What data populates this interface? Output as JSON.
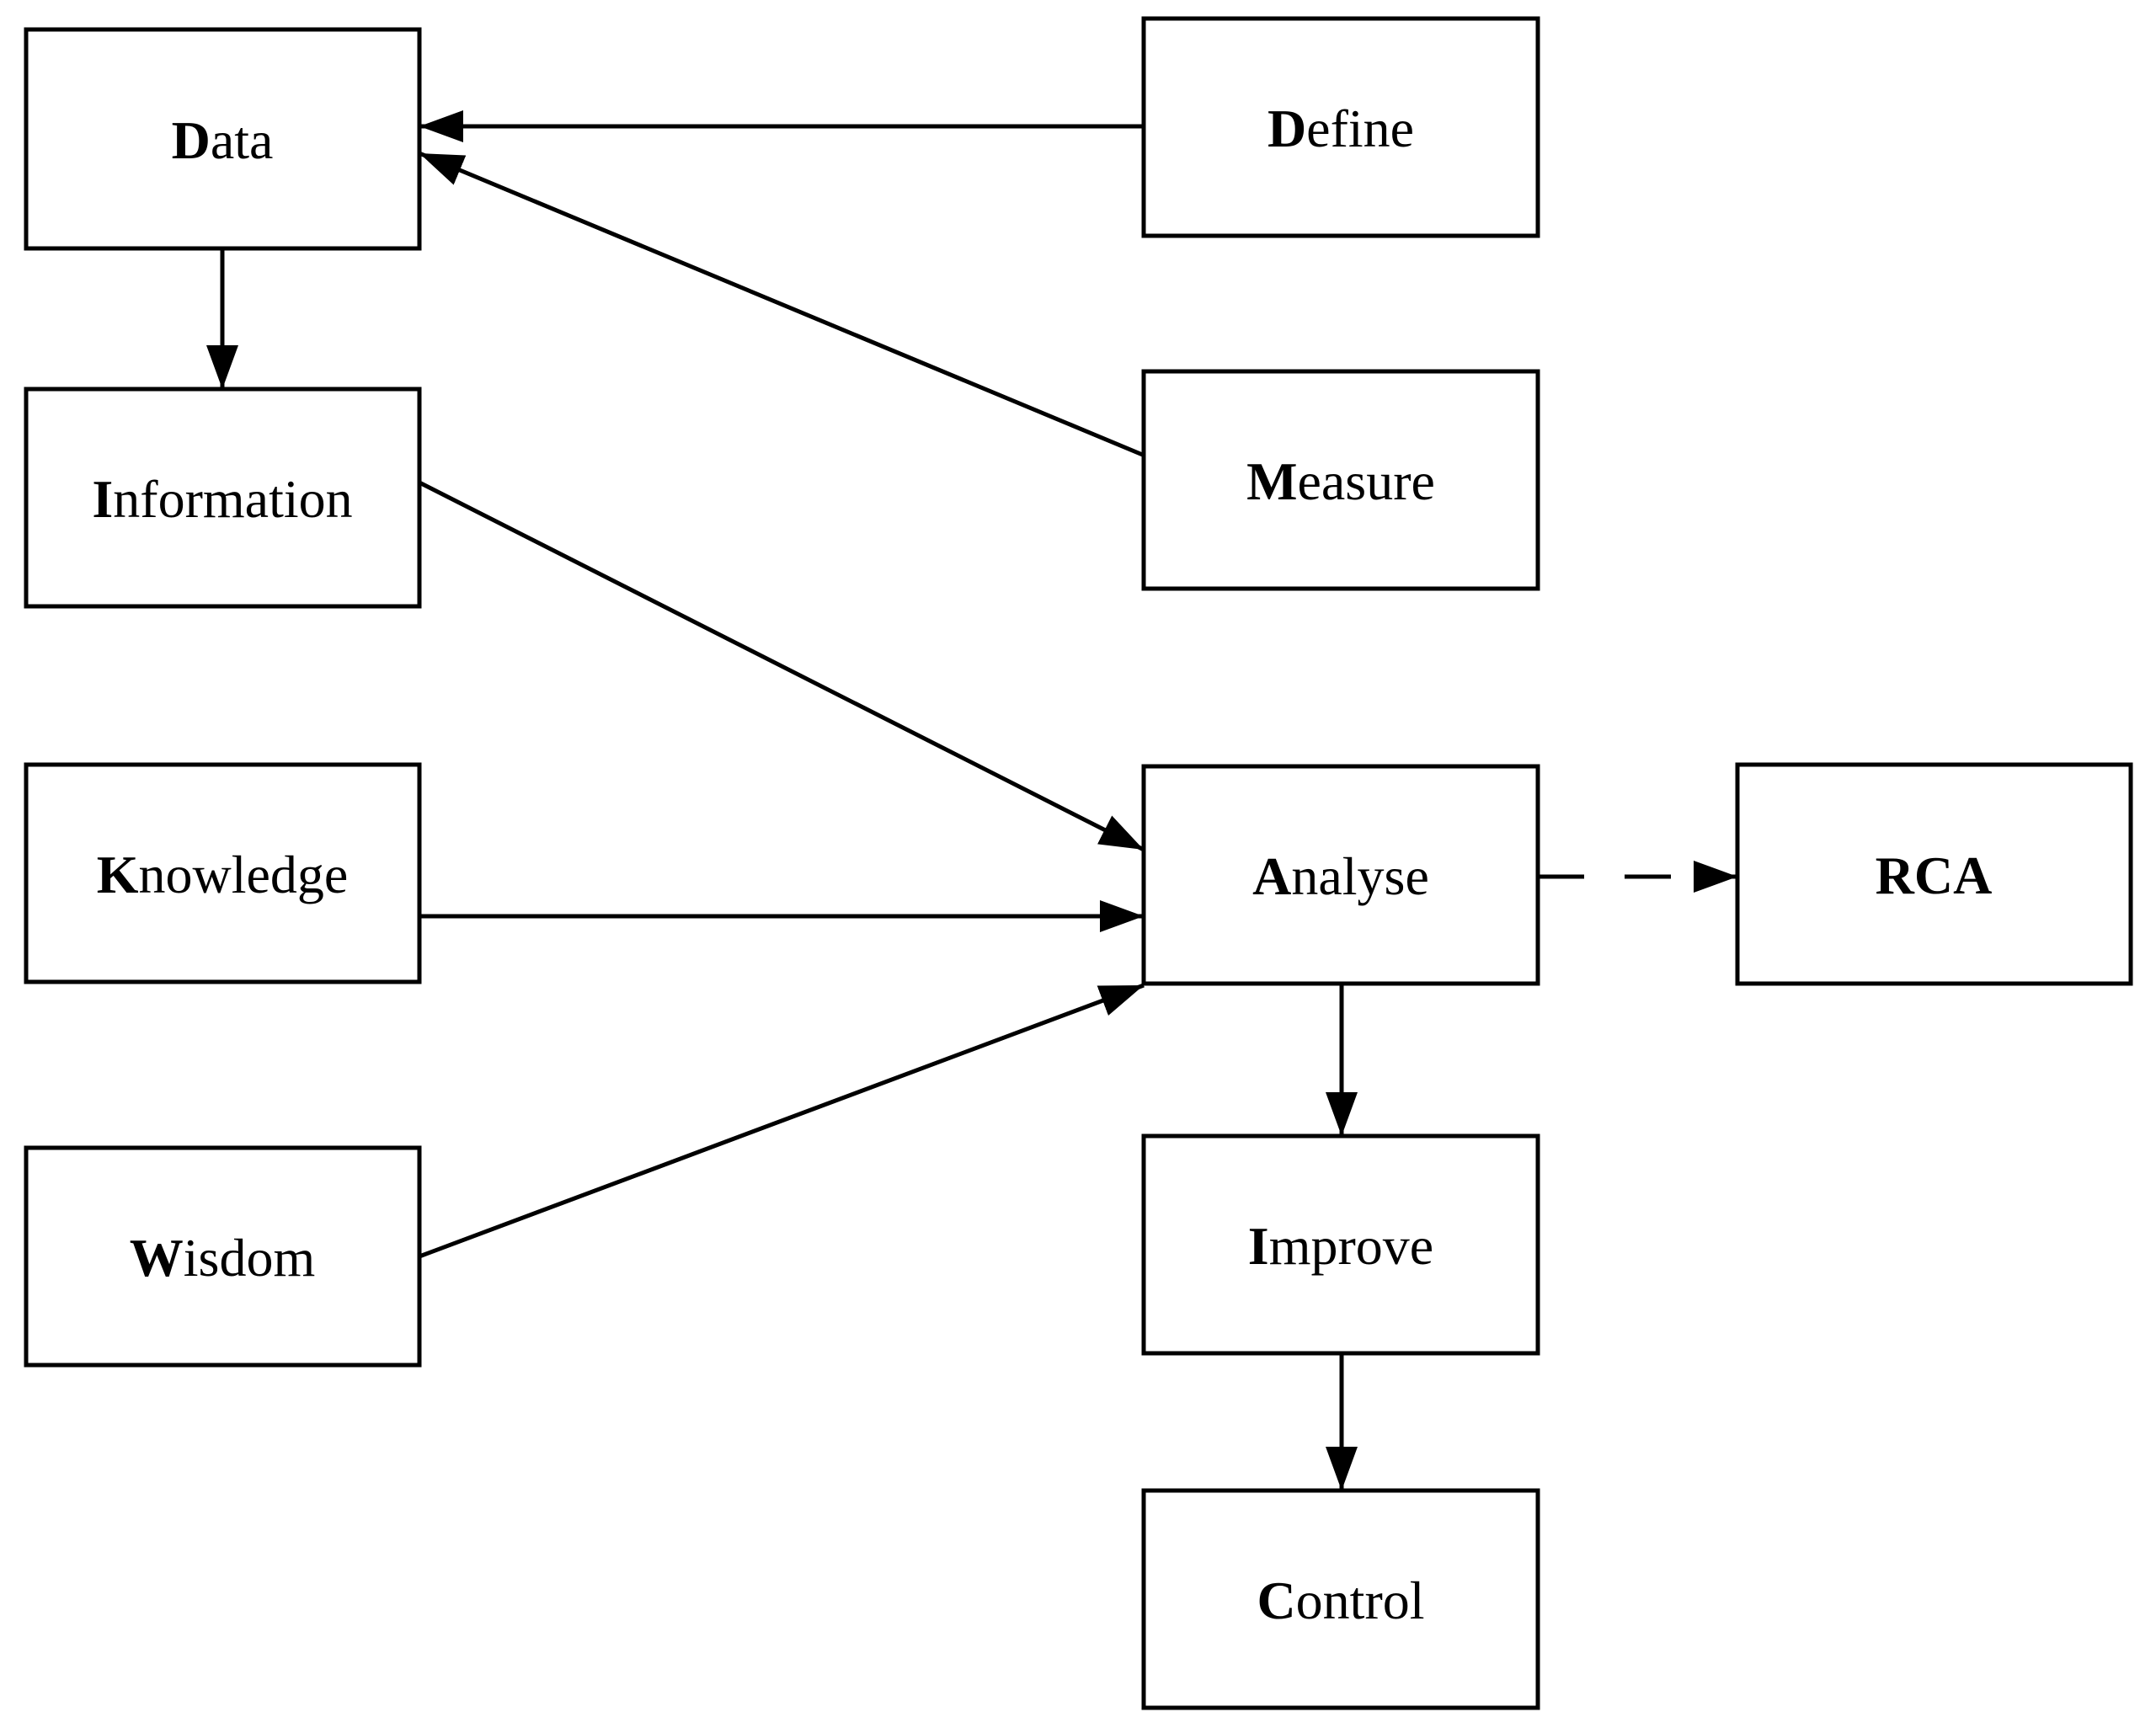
{
  "diagram": {
    "background_color": "#ffffff",
    "stroke_color": "#000000",
    "box_fill_color": "#ffffff",
    "nodes": {
      "data": {
        "label": "Data",
        "initial": "D",
        "rest": "ata"
      },
      "information": {
        "label": "Information",
        "initial": "I",
        "rest": "nformation"
      },
      "knowledge": {
        "label": "Knowledge",
        "initial": "K",
        "rest": "nowledge"
      },
      "wisdom": {
        "label": "Wisdom",
        "initial": "W",
        "rest": "isdom"
      },
      "define": {
        "label": "Define",
        "initial": "D",
        "rest": "efine"
      },
      "measure": {
        "label": "Measure",
        "initial": "M",
        "rest": "easure"
      },
      "analyse": {
        "label": "Analyse",
        "initial": "A",
        "rest": "nalyse"
      },
      "improve": {
        "label": "Improve",
        "initial": "I",
        "rest": "mprove"
      },
      "control": {
        "label": "Control",
        "initial": "C",
        "rest": "ontrol"
      },
      "rca": {
        "label": "RCA",
        "initial": "RCA",
        "rest": ""
      }
    },
    "edges": [
      {
        "from": "Define",
        "to": "Data",
        "style": "solid"
      },
      {
        "from": "Measure",
        "to": "Data",
        "style": "solid"
      },
      {
        "from": "Data",
        "to": "Information",
        "style": "solid"
      },
      {
        "from": "Information",
        "to": "Analyse",
        "style": "solid"
      },
      {
        "from": "Knowledge",
        "to": "Analyse",
        "style": "solid"
      },
      {
        "from": "Wisdom",
        "to": "Analyse",
        "style": "solid"
      },
      {
        "from": "Analyse",
        "to": "RCA",
        "style": "dashed"
      },
      {
        "from": "Analyse",
        "to": "Improve",
        "style": "solid"
      },
      {
        "from": "Improve",
        "to": "Control",
        "style": "solid"
      }
    ]
  }
}
